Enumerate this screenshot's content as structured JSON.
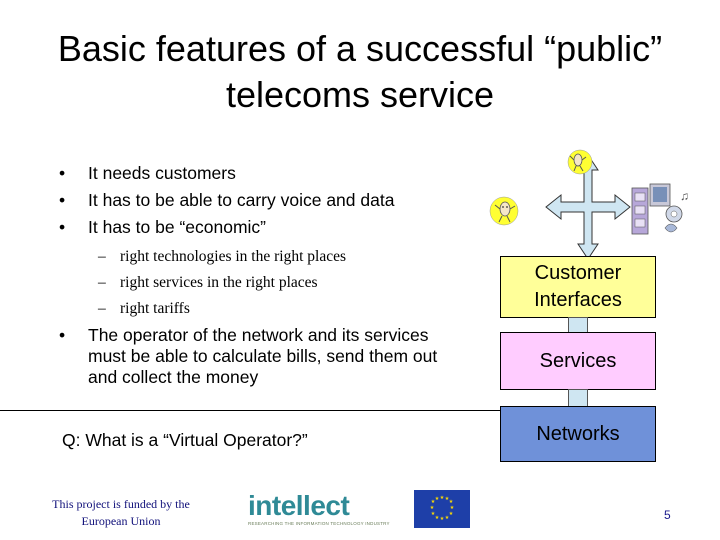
{
  "title": "Basic features of a successful “public” telecoms service",
  "bullets": [
    "It needs customers",
    "It has to be able to carry voice and data",
    "It has to be “economic”"
  ],
  "sub_bullets": [
    "right technologies in the right places",
    "right services in the right places",
    "right tariffs"
  ],
  "bullet_last": "The operator of the network and its services must be able to calculate bills, send them out and collect the money",
  "question": "Q: What is a “Virtual Operator?”",
  "diagram": {
    "customer_interfaces": "Customer Interfaces",
    "services": "Services",
    "networks": "Networks",
    "colors": {
      "customer_interfaces": "#ffff99",
      "services": "#ffccff",
      "networks": "#6f91d9",
      "arrows": "#cfe6f2"
    }
  },
  "footer": {
    "funded": "This project is funded by the European Union",
    "logo_text": "intellect",
    "logo_tagline": "RESEARCHING THE INFORMATION TECHNOLOGY INDUSTRY",
    "page_number": "5"
  }
}
